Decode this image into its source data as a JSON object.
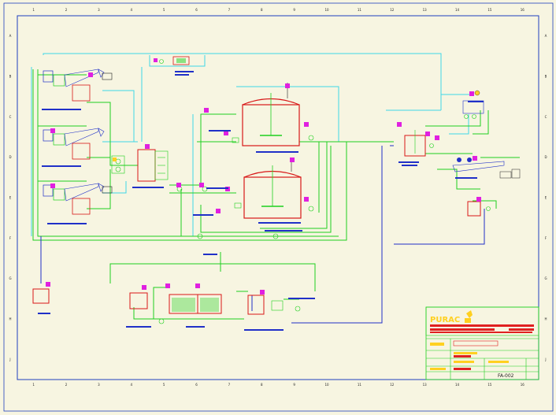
{
  "drawing": {
    "zones_horizontal": [
      "1",
      "2",
      "3",
      "4",
      "5",
      "6",
      "7",
      "8",
      "9",
      "10",
      "11",
      "12",
      "13",
      "14",
      "15",
      "16"
    ],
    "zones_vertical": [
      "A",
      "B",
      "C",
      "D",
      "E",
      "F",
      "G",
      "H",
      "J"
    ]
  },
  "title_block": {
    "logo_text": "PURAC",
    "sheet_number": "FA-002"
  },
  "colors": {
    "background": "#f7f5e1",
    "frame": "#1f3fbf",
    "green_line": "#1fd01f",
    "cyan_line": "#3fd8e8",
    "blue_line": "#2030c8",
    "red_vessel": "#d81818",
    "magenta_tag": "#e020e0",
    "title_red": "#e02020",
    "title_yellow": "#ffd020"
  }
}
